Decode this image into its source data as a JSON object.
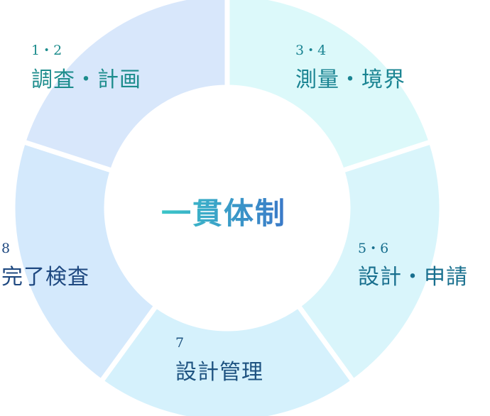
{
  "center": {
    "title": "一貫体制"
  },
  "steps": [
    {
      "number": "1・2",
      "label": "調査・計画",
      "fill": "#dcf9fa",
      "text_color": "#1c8c8c"
    },
    {
      "number": "3・4",
      "label": "測量・境界",
      "fill": "#d9f5fb",
      "text_color": "#1a8492"
    },
    {
      "number": "5・6",
      "label": "設計・申請",
      "fill": "#d5f1fc",
      "text_color": "#186f8e"
    },
    {
      "number": "7",
      "label": "設計管理",
      "fill": "#d4e9fc",
      "text_color": "#1d5280"
    },
    {
      "number": "8",
      "label": "完了検査",
      "fill": "#d8e7fb",
      "text_color": "#1e4880"
    }
  ],
  "colors": {
    "center_gradient_start": "#3bc6c8",
    "center_gradient_end": "#3a78c8",
    "divider": "#ffffff"
  }
}
